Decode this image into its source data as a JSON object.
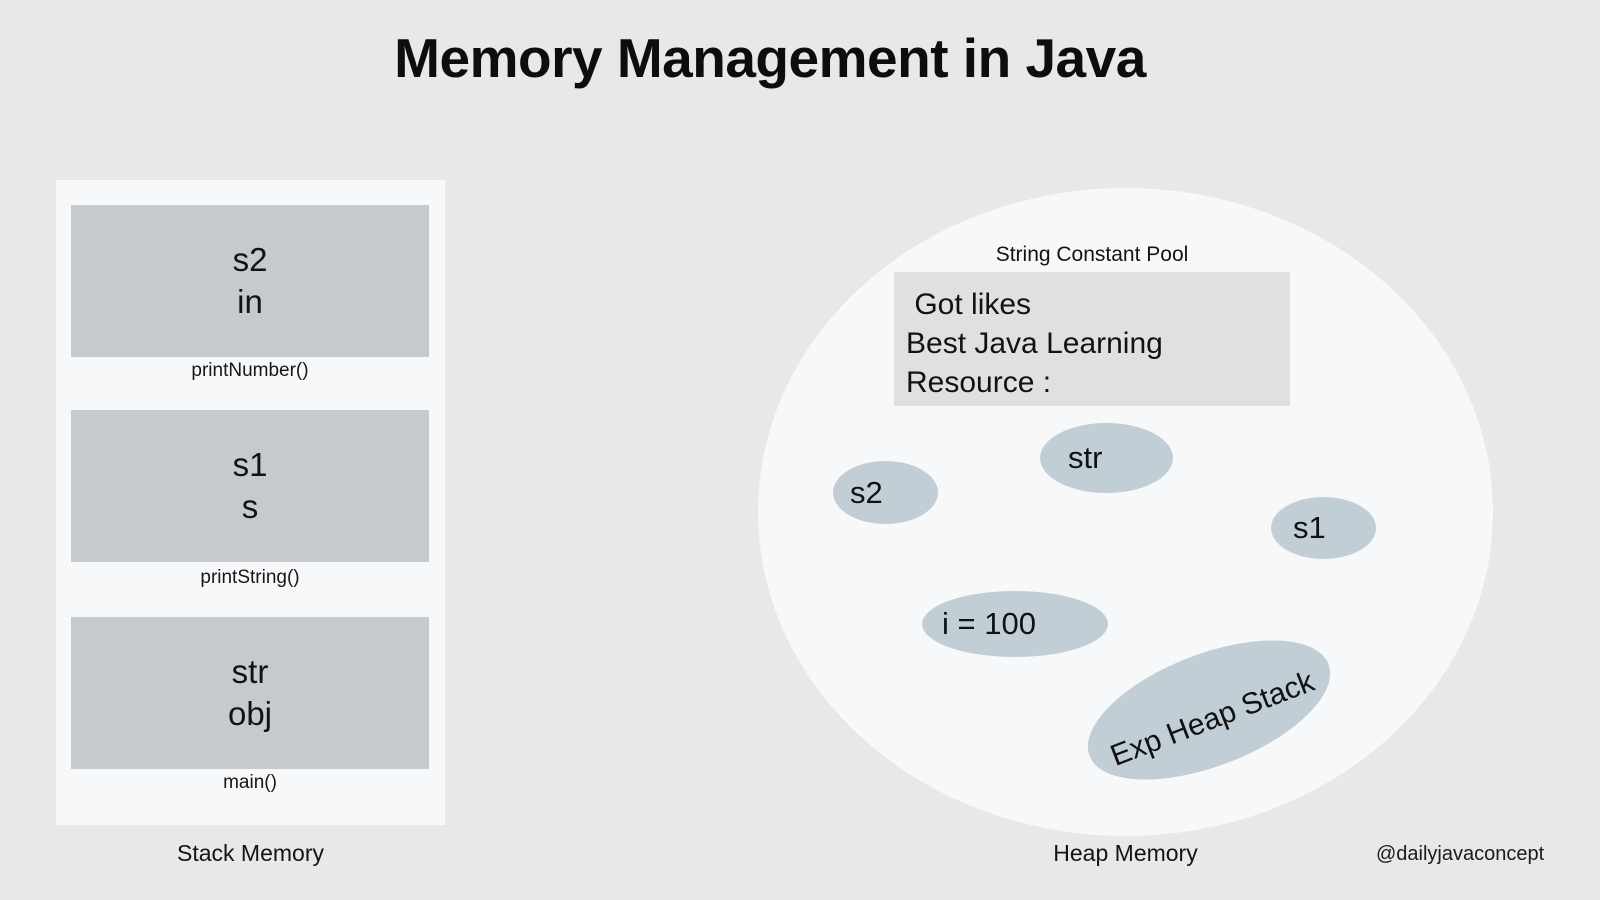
{
  "title": "Memory Management in Java",
  "stack": {
    "caption": "Stack Memory",
    "frames": [
      {
        "label": "printNumber()",
        "vars": [
          "s2",
          "in"
        ]
      },
      {
        "label": "printString()",
        "vars": [
          "s1",
          "s"
        ]
      },
      {
        "label": "main()",
        "vars": [
          "str",
          "obj"
        ]
      }
    ]
  },
  "heap": {
    "caption": "Heap Memory",
    "string_constant_pool": {
      "label": "String Constant Pool",
      "lines": [
        " Got likes",
        "Best Java Learning",
        "Resource :"
      ]
    },
    "objects": [
      {
        "name": "s2",
        "label": "s2"
      },
      {
        "name": "str",
        "label": "str"
      },
      {
        "name": "s1",
        "label": "s1"
      },
      {
        "name": "i-100",
        "label": "i = 100"
      },
      {
        "name": "exp-heap-stack",
        "label": "Exp Heap Stack"
      }
    ]
  },
  "watermark": "@dailyjavaconcept",
  "colors": {
    "background": "#e8e8e8",
    "panel": "#f7f8fa",
    "frame_fill": "#c5cacf",
    "object_fill": "#c2ced6",
    "pool_fill": "#e0e0e0",
    "text": "#141414"
  }
}
